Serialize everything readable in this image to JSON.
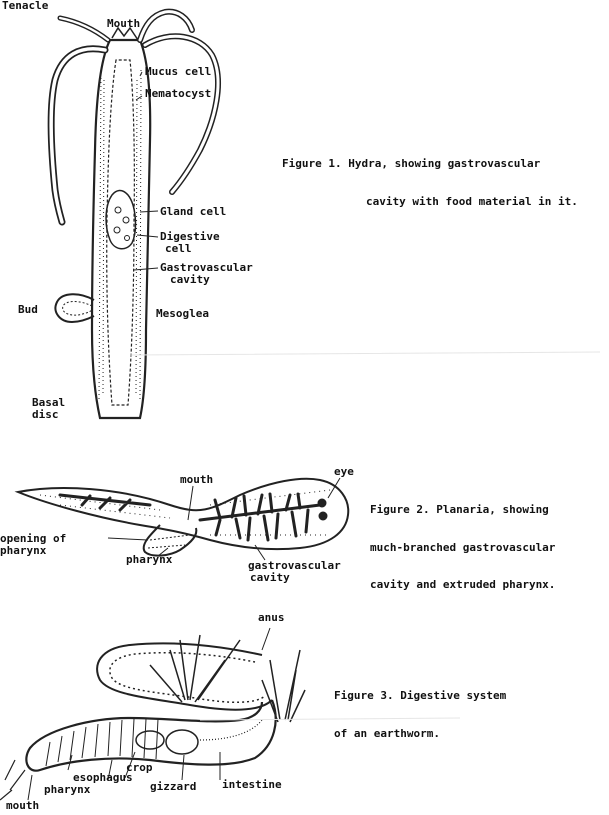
{
  "figure1": {
    "caption_line1": "Figure 1. Hydra, showing gastrovascular",
    "caption_line2": "cavity with food material in it.",
    "labels": {
      "tentacle": "Tenacle",
      "mouth": "Mouth",
      "mucus_cell": "Mucus cell",
      "nematocyst": "Nematocyst",
      "gland_cell": "Gland cell",
      "digestive_cell_1": "Digestive",
      "digestive_cell_2": "cell",
      "gastrovascular_cavity_1": "Gastrovascular",
      "gastrovascular_cavity_2": "cavity",
      "bud": "Bud",
      "mesoglea": "Mesoglea",
      "basal_disc_1": "Basal",
      "basal_disc_2": "disc"
    }
  },
  "figure2": {
    "caption_line1": "Figure 2. Planaria, showing",
    "caption_line2": "much-branched gastrovascular",
    "caption_line3": "cavity and extruded pharynx.",
    "labels": {
      "mouth": "mouth",
      "eye": "eye",
      "opening_1": "opening of",
      "opening_2": "pharynx",
      "pharynx": "pharynx",
      "gastrovascular_cavity_1": "gastrovascular",
      "gastrovascular_cavity_2": "cavity"
    }
  },
  "figure3": {
    "caption_line1": "Figure 3. Digestive system",
    "caption_line2": "of an earthworm.",
    "labels": {
      "anus": "anus",
      "crop": "crop",
      "esophagus": "esophagus",
      "pharynx": "pharynx",
      "gizzard": "gizzard",
      "intestine": "intestine",
      "mouth": "mouth"
    }
  }
}
